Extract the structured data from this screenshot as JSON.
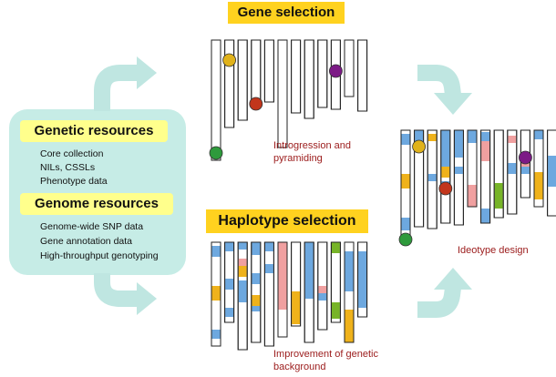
{
  "titles": {
    "gene_selection": "Gene selection",
    "haplotype_selection": "Haplotype selection"
  },
  "resources": {
    "genetic_title": "Genetic resources",
    "genetic_items": [
      "Core collection",
      "NILs, CSSLs",
      "Phenotype data"
    ],
    "genome_title": "Genome resources",
    "genome_items": [
      "Genome-wide SNP data",
      "Gene annotation data",
      "High-throughput genotyping"
    ]
  },
  "captions": {
    "introgression_line1": "Introgression and",
    "introgression_line2": "pyramiding",
    "improvement_line1": "Improvement of genetic",
    "improvement_line2": "background",
    "ideotype": "Ideotype design"
  },
  "colors": {
    "panel_bg": "#c6ece6",
    "arrow": "#bfe6e1",
    "title_bg": "#ffd21f",
    "label_bg": "#ffff8c",
    "caption_text": "#9b1b1b",
    "segment_blue": "#6da8df",
    "segment_orange": "#efb21b",
    "segment_pink": "#f0a0a0",
    "segment_green": "#77b428",
    "marker_yellow": "#e0b21a",
    "marker_purple": "#7c1a86",
    "marker_red": "#c2361c",
    "marker_green": "#2e9a3c"
  }
}
